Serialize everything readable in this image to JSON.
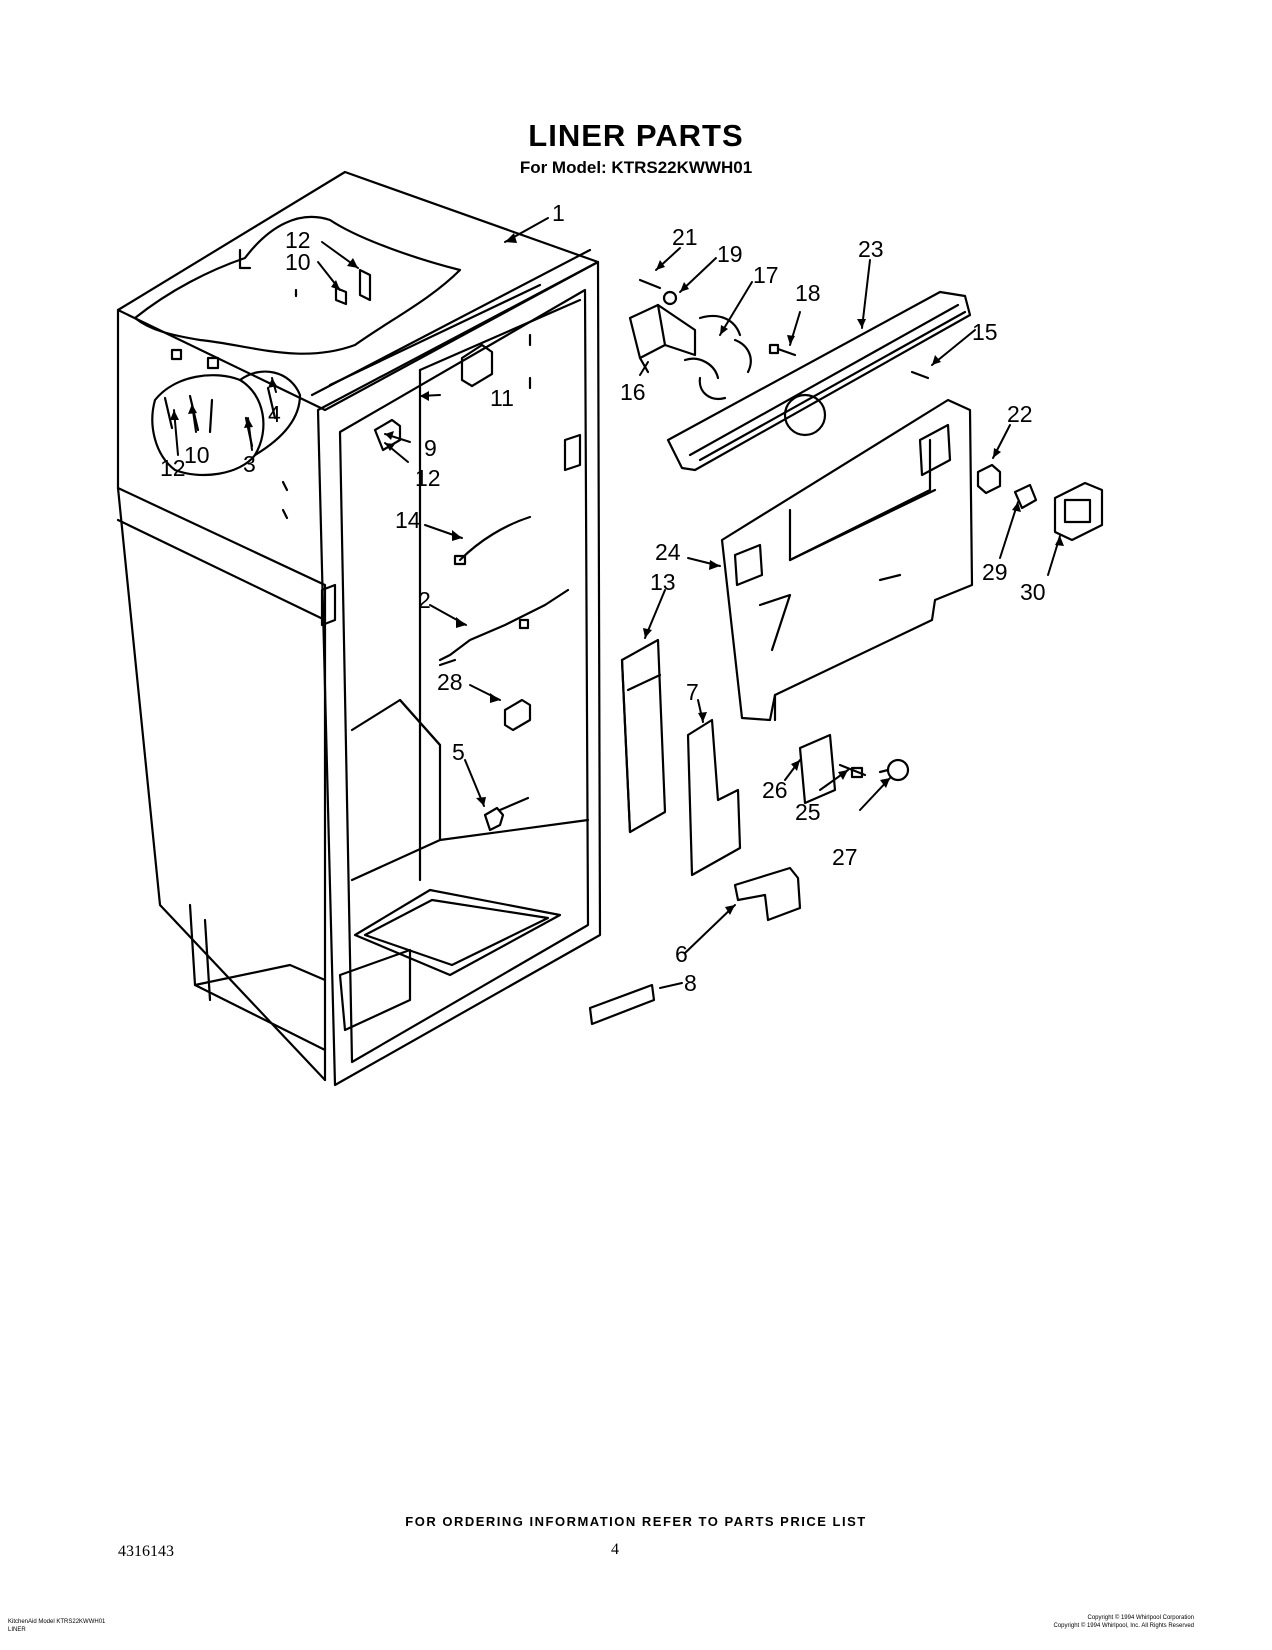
{
  "header": {
    "title": "LINER PARTS",
    "model_line": "For Model: KTRS22KWWH01"
  },
  "footer": {
    "ordering_note": "FOR ORDERING INFORMATION REFER TO PARTS PRICE LIST",
    "document_number": "4316143",
    "page_number": "4",
    "fineprint_left_1": "KitchenAid Model KTRS22KWWH01",
    "fineprint_left_2": "LINER",
    "fineprint_right_1": "Copyright © 1994 Whirlpool Corporation",
    "fineprint_right_2": "Copyright © 1994 Whirlpool, Inc. All Rights Reserved"
  },
  "callouts": {
    "c1": "1",
    "c2": "2",
    "c3": "3",
    "c4": "4",
    "c5": "5",
    "c6": "6",
    "c7": "7",
    "c8": "8",
    "c9": "9",
    "c10a": "10",
    "c10b": "10",
    "c11": "11",
    "c12a": "12",
    "c12b": "12",
    "c12c": "12",
    "c13": "13",
    "c14": "14",
    "c15": "15",
    "c16": "16",
    "c17": "17",
    "c18": "18",
    "c19": "19",
    "c21": "21",
    "c22": "22",
    "c23": "23",
    "c24": "24",
    "c25": "25",
    "c26": "26",
    "c27": "27",
    "c28": "28",
    "c29": "29",
    "c30": "30"
  }
}
